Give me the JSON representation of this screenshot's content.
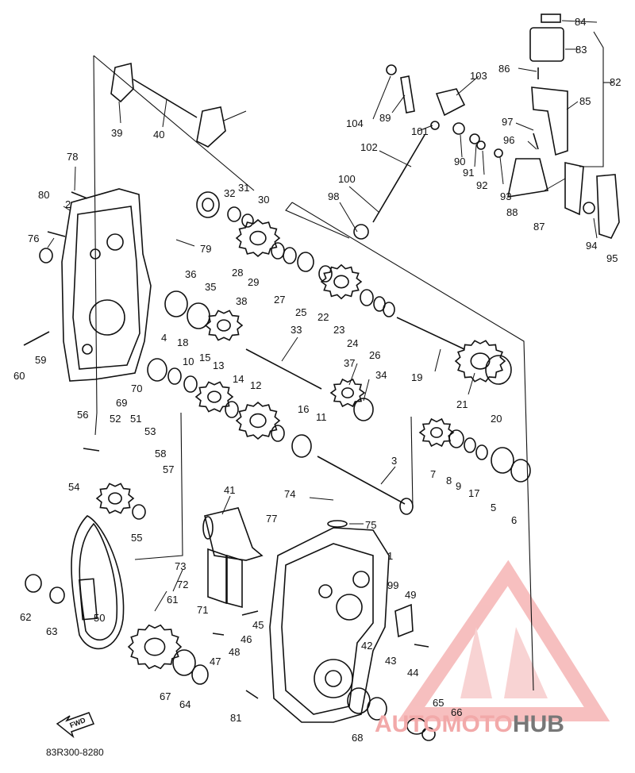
{
  "diagram_code": "83R300-8280",
  "fwd_label": "FWD",
  "watermark": {
    "part1": "AUTO",
    "part2": "MOTO",
    "part3": "HUB",
    "color_light": "#f2a9a9",
    "color_dark": "#777777",
    "triangle_color": "#f08b8b"
  },
  "callouts": [
    "1",
    "2",
    "3",
    "4",
    "5",
    "6",
    "7",
    "8",
    "9",
    "10",
    "11",
    "12",
    "13",
    "14",
    "15",
    "16",
    "17",
    "18",
    "19",
    "20",
    "21",
    "22",
    "23",
    "24",
    "25",
    "26",
    "27",
    "28",
    "29",
    "30",
    "31",
    "32",
    "33",
    "34",
    "35",
    "36",
    "37",
    "38",
    "39",
    "40",
    "41",
    "42",
    "43",
    "44",
    "45",
    "46",
    "47",
    "48",
    "49",
    "50",
    "51",
    "52",
    "53",
    "54",
    "55",
    "56",
    "57",
    "58",
    "59",
    "60",
    "61",
    "62",
    "63",
    "64",
    "65",
    "66",
    "67",
    "68",
    "69",
    "70",
    "71",
    "72",
    "73",
    "74",
    "75",
    "76",
    "77",
    "78",
    "79",
    "80",
    "81",
    "82",
    "83",
    "84",
    "85",
    "86",
    "87",
    "88",
    "89",
    "90",
    "91",
    "92",
    "93",
    "94",
    "95",
    "96",
    "97",
    "98",
    "99",
    "100",
    "101",
    "102",
    "103",
    "104"
  ]
}
